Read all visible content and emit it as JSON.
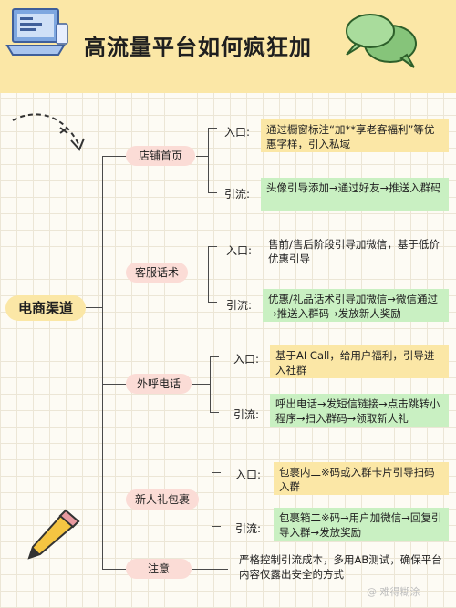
{
  "title": "高流量平台如何疯狂加",
  "root": "电商渠道",
  "branches": [
    {
      "name": "店铺首页",
      "entry_label": "入口:",
      "entry_text": "通过橱窗标注“加**享老客福利”等优惠字样，引入私域",
      "flow_label": "引流:",
      "flow_text": "头像引导添加→通过好友→推送入群码"
    },
    {
      "name": "客服话术",
      "entry_label": "入口:",
      "entry_text": "售前/售后阶段引导加微信，基于低价优惠引导",
      "flow_label": "引流:",
      "flow_text": "优惠/礼品话术引导加微信→微信通过→推送入群码→发放新人奖励"
    },
    {
      "name": "外呼电话",
      "entry_label": "入口:",
      "entry_text": "基于AI Call，给用户福利，引导进入社群",
      "flow_label": "引流:",
      "flow_text": "呼出电话→发短信链接→点击跳转小程序→扫入群码→领取新人礼"
    },
    {
      "name": "新人礼包裹",
      "entry_label": "入口:",
      "entry_text": "包裹内二※码或入群卡片引导扫码入群",
      "flow_label": "引流:",
      "flow_text": "包裹箱二※码→用户加微信→回复引导入群→发放奖励"
    }
  ],
  "note": {
    "name": "注意",
    "text": "严格控制引流成本，多用AB测试，确保平台内容仅露出安全的方式"
  },
  "watermark": "@ 难得糊涂",
  "colors": {
    "header": "#fbe7a6",
    "pill": "#fbdcd6",
    "entry_box": "#fbe7a6",
    "flow_box": "#c9f0c2"
  }
}
